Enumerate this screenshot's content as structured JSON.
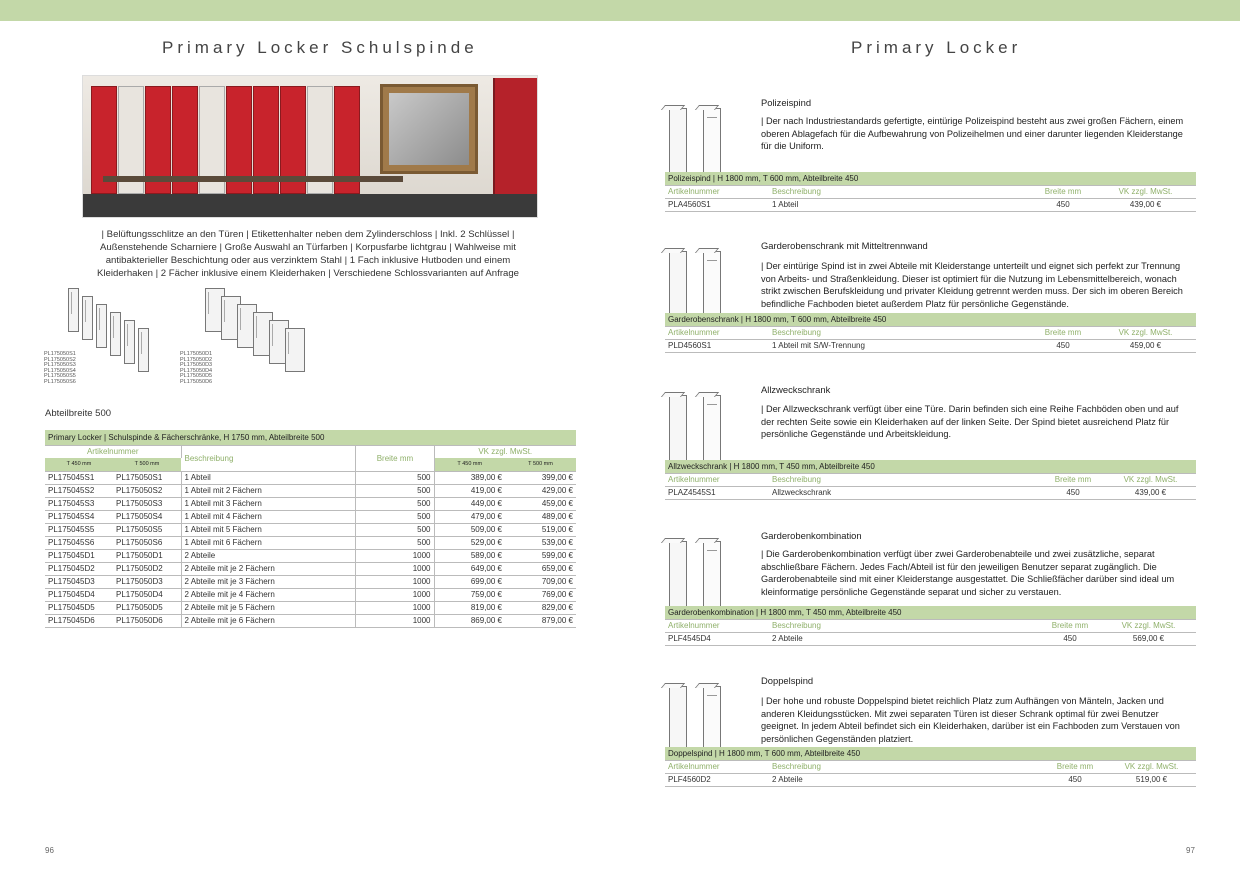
{
  "left_page": {
    "title": "Primary Locker Schulspinde",
    "page_number": "96",
    "intro": "| Belüftungsschlitze an den Türen | Etikettenhalter neben dem Zylinderschloss | Inkl. 2 Schlüssel | Außenstehende Scharniere | Große Auswahl an Türfarben | Korpusfarbe lichtgrau | Wahlweise mit antibakterieller Beschichtung oder aus verzinktem Stahl | 1 Fach inklusive Hutboden und einem Kleiderhaken | 2 Fächer inklusive einem Kleiderhaken | Verschiedene Schlossvarianten auf Anfrage",
    "codes_s": [
      "PL175050S1",
      "PL175050S2",
      "PL175050S3",
      "PL175050S4",
      "PL175050S5",
      "PL175050S6"
    ],
    "codes_d": [
      "PL175050D1",
      "PL175050D2",
      "PL175050D3",
      "PL175050D4",
      "PL175050D5",
      "PL175050D6"
    ],
    "abteilbreite": "Abteilbreite 500",
    "table": {
      "title": "Primary Locker | Schulspinde & Fächerschränke, H 1750 mm, Abteilbreite 500",
      "h_artikel": "Artikelnummer",
      "h_beschreibung": "Beschreibung",
      "h_breite": "Breite mm",
      "h_vk": "VK zzgl. MwSt.",
      "h_t450": "T 450 mm",
      "h_t500": "T 500 mm",
      "rows": [
        [
          "PL175045S1",
          "PL175050S1",
          "1 Abteil",
          "500",
          "389,00 €",
          "399,00 €"
        ],
        [
          "PL175045S2",
          "PL175050S2",
          "1 Abteil mit 2 Fächern",
          "500",
          "419,00 €",
          "429,00 €"
        ],
        [
          "PL175045S3",
          "PL175050S3",
          "1 Abteil mit 3 Fächern",
          "500",
          "449,00 €",
          "459,00 €"
        ],
        [
          "PL175045S4",
          "PL175050S4",
          "1 Abteil mit 4 Fächern",
          "500",
          "479,00 €",
          "489,00 €"
        ],
        [
          "PL175045S5",
          "PL175050S5",
          "1 Abteil mit 5 Fächern",
          "500",
          "509,00 €",
          "519,00 €"
        ],
        [
          "PL175045S6",
          "PL175050S6",
          "1 Abteil mit 6 Fächern",
          "500",
          "529,00 €",
          "539,00 €"
        ],
        [
          "PL175045D1",
          "PL175050D1",
          "2 Abteile",
          "1000",
          "589,00 €",
          "599,00 €"
        ],
        [
          "PL175045D2",
          "PL175050D2",
          "2 Abteile mit je 2 Fächern",
          "1000",
          "649,00 €",
          "659,00 €"
        ],
        [
          "PL175045D3",
          "PL175050D3",
          "2 Abteile mit je 3 Fächern",
          "1000",
          "699,00 €",
          "709,00 €"
        ],
        [
          "PL175045D4",
          "PL175050D4",
          "2 Abteile mit je 4 Fächern",
          "1000",
          "759,00 €",
          "769,00 €"
        ],
        [
          "PL175045D5",
          "PL175050D5",
          "2 Abteile mit je 5 Fächern",
          "1000",
          "819,00 €",
          "829,00 €"
        ],
        [
          "PL175045D6",
          "PL175050D6",
          "2 Abteile mit je 6 Fächern",
          "1000",
          "869,00 €",
          "879,00 €"
        ]
      ]
    }
  },
  "right_page": {
    "title": "Primary Locker",
    "page_number": "97",
    "sections": [
      {
        "name": "Polizeispind",
        "desc": "| Der nach Industriestandards gefertigte, eintürige Polizeispind besteht aus zwei großen Fächern, einem oberen Ablagefach für die Aufbewahrung von Polizeihelmen und einer darunter liegenden Kleiderstange für die Uniform.",
        "table_title": "Polizeispind | H 1800 mm, T 600 mm, Abteilbreite 450",
        "h_artikel": "Artikelnummer",
        "h_beschreibung": "Beschreibung",
        "h_breite": "Breite mm",
        "h_vk": "VK zzgl. MwSt.",
        "row": [
          "PLA4560S1",
          "1 Abteil",
          "450",
          "439,00 €"
        ]
      },
      {
        "name": "Garderobenschrank mit Mitteltrennwand",
        "desc": "| Der eintürige Spind ist in zwei Abteile mit Kleiderstange unterteilt und eignet sich perfekt zur Trennung von Arbeits- und Straßenkleidung. Dieser ist optimiert für die Nutzung im Lebensmittelbereich, wonach strikt zwischen Berufskleidung und privater Kleidung getrennt werden muss. Der sich im oberen Bereich befindliche Fachboden bietet außerdem Platz für persönliche Gegenstände.",
        "table_title": "Garderobenschrank | H 1800 mm, T 600 mm, Abteilbreite 450",
        "h_artikel": "Artikelnummer",
        "h_beschreibung": "Beschreibung",
        "h_breite": "Breite mm",
        "h_vk": "VK zzgl. MwSt.",
        "row": [
          "PLD4560S1",
          "1 Abteil mit S/W-Trennung",
          "450",
          "459,00 €"
        ]
      },
      {
        "name": "Allzweckschrank",
        "desc": "| Der Allzweckschrank verfügt über eine Türe. Darin befinden sich eine Reihe Fachböden oben und auf der rechten Seite sowie ein Kleiderhaken auf der linken Seite. Der Spind bietet ausreichend Platz für persönliche Gegenstände und Arbeitskleidung.",
        "table_title": "Allzweckschrank | H 1800 mm, T 450 mm, Abteilbreite 450",
        "h_artikel": "Artikelnummer",
        "h_beschreibung": "Beschreibung",
        "h_breite": "Breite mm",
        "h_vk": "VK zzgl. MwSt.",
        "row": [
          "PLAZ4545S1",
          "Allzweckschrank",
          "450",
          "439,00 €"
        ]
      },
      {
        "name": "Garderobenkombination",
        "desc": "| Die Garderobenkombination verfügt über zwei Garderobenabteile und zwei zusätzliche, separat abschließbare Fächern. Jedes Fach/Abteil ist für den jeweiligen Benutzer separat zugänglich. Die Garderobenabteile sind mit einer Kleiderstange ausgestattet.  Die Schließfächer darüber sind ideal um kleinformatige persönliche Gegenstände separat und sicher zu verstauen.",
        "table_title": "Garderobenkombination | H 1800 mm, T 450 mm, Abteilbreite 450",
        "h_artikel": "Artikelnummer",
        "h_beschreibung": "Beschreibung",
        "h_breite": "Breite mm",
        "h_vk": "VK zzgl. MwSt.",
        "row": [
          "PLF4545D4",
          "2 Abteile",
          "450",
          "569,00 €"
        ]
      },
      {
        "name": "Doppelspind",
        "desc": "| Der hohe und robuste Doppelspind bietet reichlich Platz zum Aufhängen von Mänteln, Jacken und anderen Kleidungsstücken. Mit zwei separaten Türen ist dieser Schrank optimal für zwei Benutzer geeignet. In jedem Abteil befindet sich ein Kleiderhaken, darüber ist ein Fachboden zum Verstauen von persönlichen Gegenständen platziert.",
        "table_title": "Doppelspind | H 1800 mm, T 600 mm, Abteilbreite 450",
        "h_artikel": "Artikelnummer",
        "h_beschreibung": "Beschreibung",
        "h_breite": "Breite mm",
        "h_vk": "VK zzgl. MwSt.",
        "row": [
          "PLF4560D2",
          "2 Abteile",
          "450",
          "519,00 €"
        ]
      }
    ]
  },
  "colors": {
    "band": "#c3d8a8",
    "header_text": "#8fb06a",
    "locker_red": "#c8232c"
  }
}
